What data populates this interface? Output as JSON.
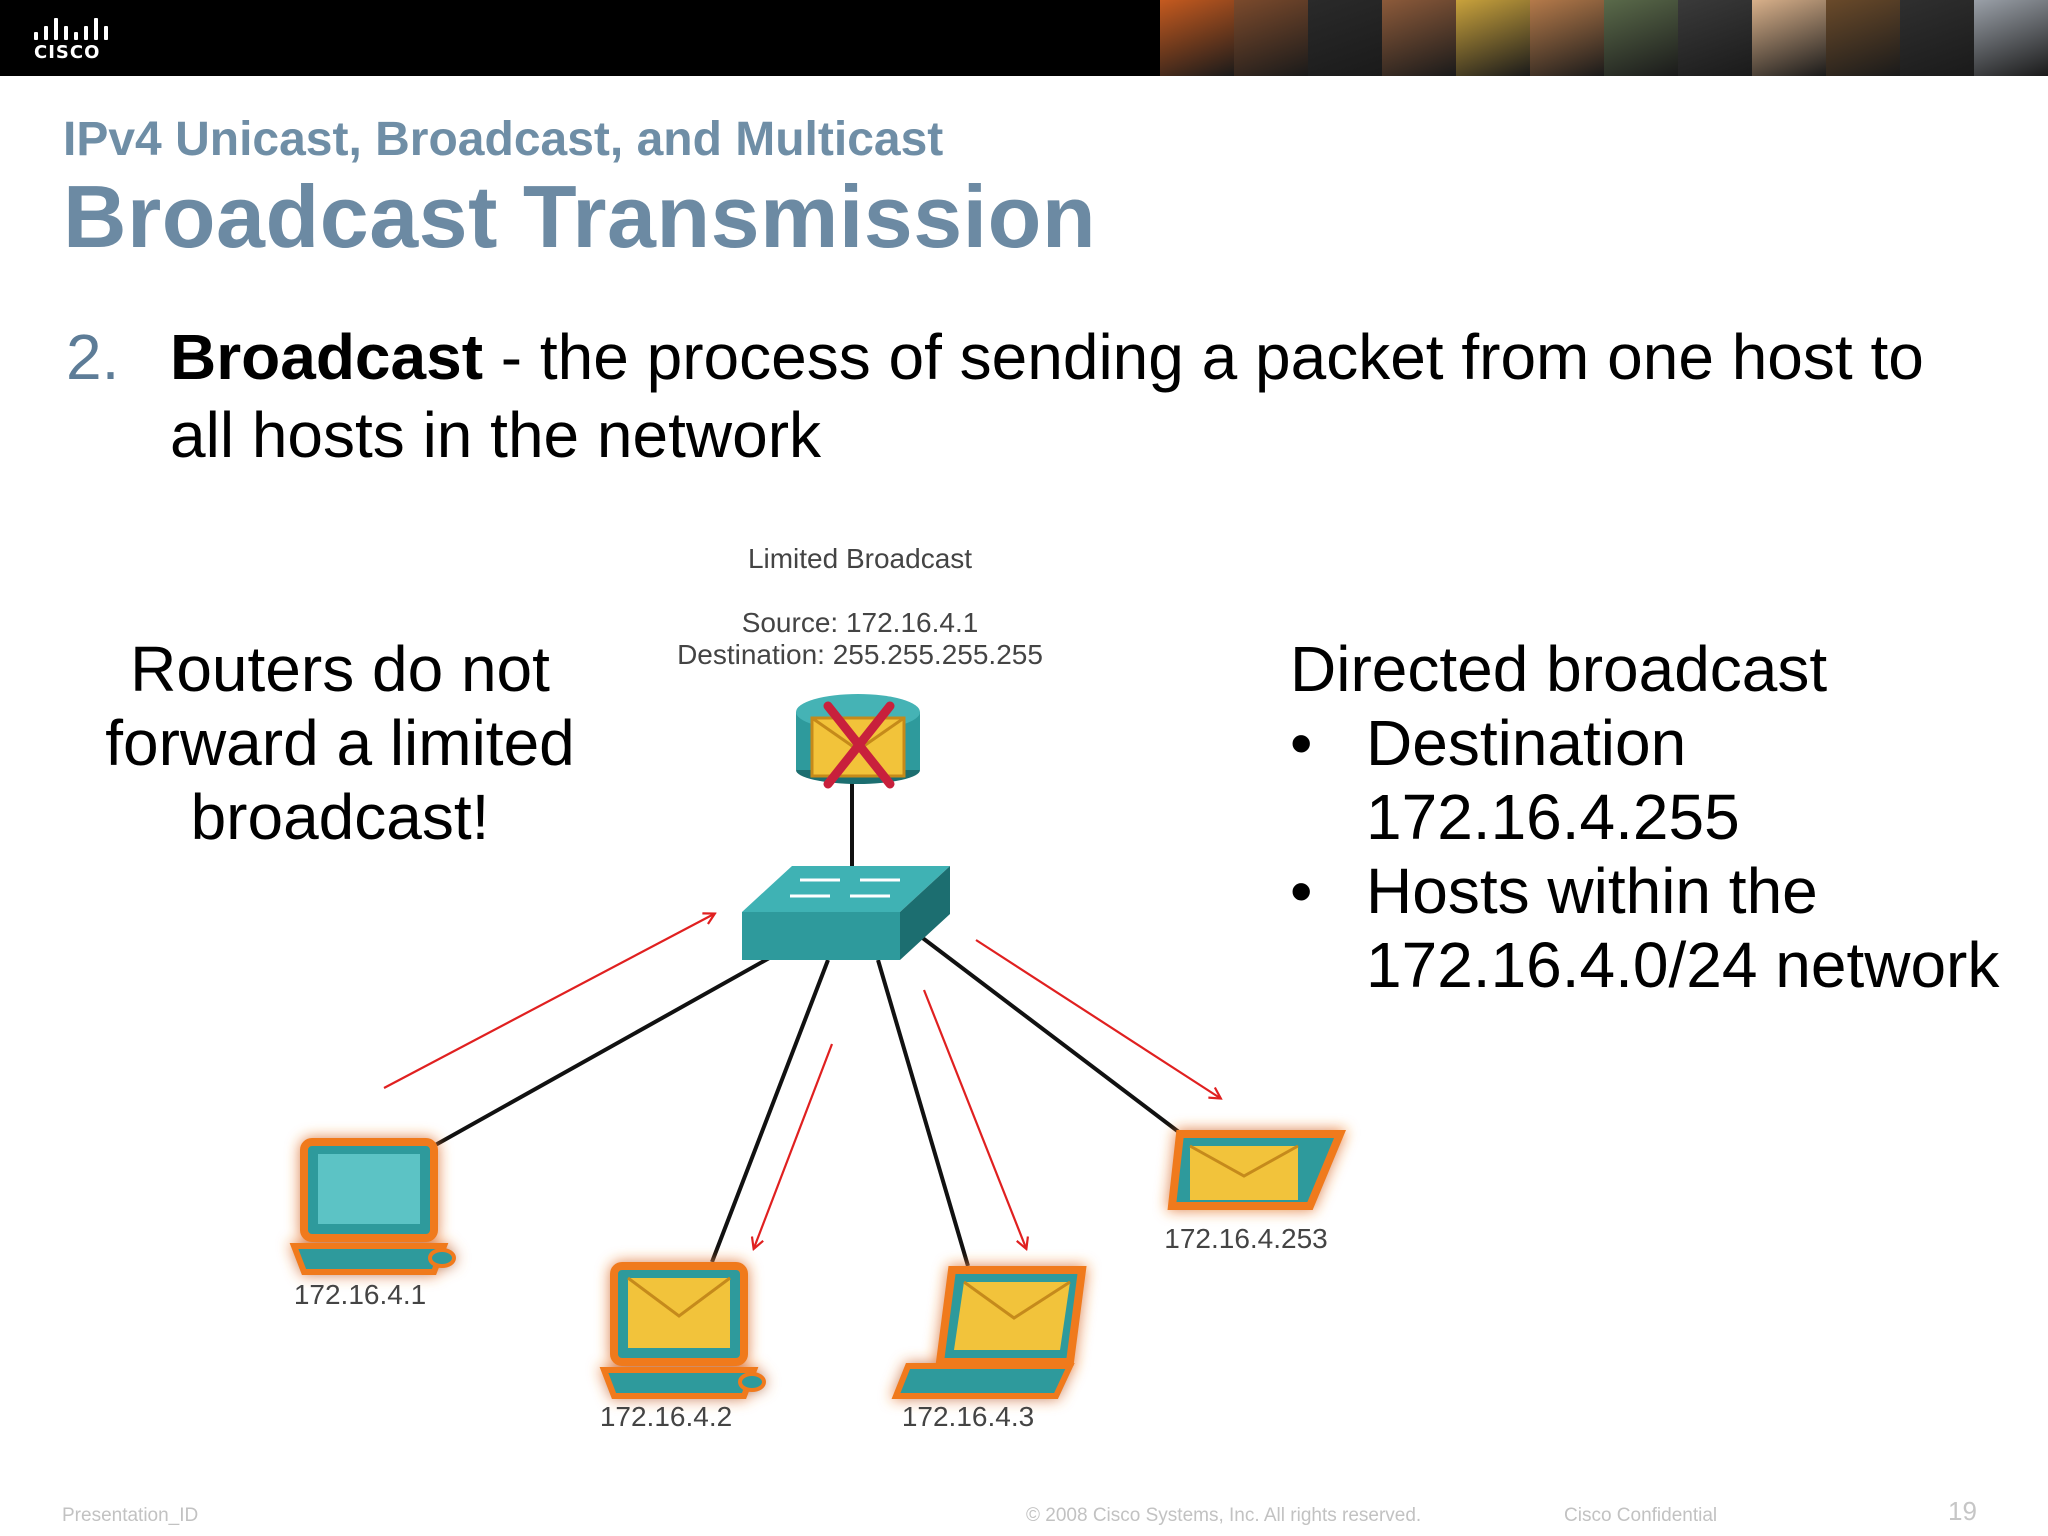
{
  "header": {
    "logo_text": "CISCO",
    "photo_colors": [
      "#c55a1f",
      "#7b4a2c",
      "#2a2a2a",
      "#8c5a3a",
      "#c9a23c",
      "#b57a4a",
      "#5a6a4a",
      "#3a3a3a",
      "#d8b08a",
      "#6a4a2a",
      "#2f2f2f",
      "#9aa0a8"
    ]
  },
  "slide": {
    "subtitle": "IPv4 Unicast, Broadcast, and Multicast",
    "title": "Broadcast Transmission",
    "point_number": "2.",
    "point_bold": "Broadcast",
    "point_text": " - the process of sending a packet from one host to all hosts in the network",
    "left_note": "Routers do not forward a limited broadcast!",
    "right_heading": "Directed broadcast",
    "right_bullets": [
      "Destination 172.16.4.255",
      "Hosts within the 172.16.4.0/24 network"
    ],
    "bullet_char": "•"
  },
  "diagram": {
    "label_title": "Limited Broadcast",
    "label_source": "Source: 172.16.4.1",
    "label_destination": "Destination: 255.255.255.255",
    "hosts": [
      "172.16.4.1",
      "172.16.4.2",
      "172.16.4.3",
      "172.16.4.253"
    ],
    "colors": {
      "device_teal": "#2e9a9c",
      "device_dark": "#1c6e70",
      "glow": "#f07a1a",
      "envelope": "#f2c33a",
      "arrow": "#e02020",
      "x_mark": "#c8203c"
    }
  },
  "footer": {
    "presentation_id": "Presentation_ID",
    "copyright": "© 2008 Cisco Systems, Inc. All rights reserved.",
    "confidential": "Cisco Confidential",
    "page_number": "19"
  }
}
